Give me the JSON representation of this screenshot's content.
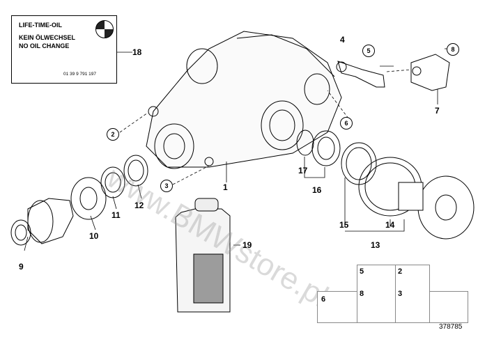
{
  "oil_label": {
    "line1": "LIFE-TIME-OIL",
    "line2": "KEIN ÖLWECHSEL",
    "line3": "NO OIL CHANGE",
    "part_no": "01 39 9 791 197",
    "logo_text": "BMW"
  },
  "callouts": {
    "n1": "1",
    "n2": "2",
    "n3": "3",
    "n4": "4",
    "n5": "5",
    "n6": "6",
    "n7": "7",
    "n8": "8",
    "n9": "9",
    "n10": "10",
    "n11": "11",
    "n12": "12",
    "n13": "13",
    "n14": "14",
    "n15": "15",
    "n16": "16",
    "n17": "17",
    "n18": "18",
    "n19": "19"
  },
  "hardware": {
    "b5": "5",
    "b8": "8",
    "b2": "2",
    "b3": "3",
    "b6": "6"
  },
  "watermark": "www.BMWstore.pl",
  "diagram_ref": "378785"
}
